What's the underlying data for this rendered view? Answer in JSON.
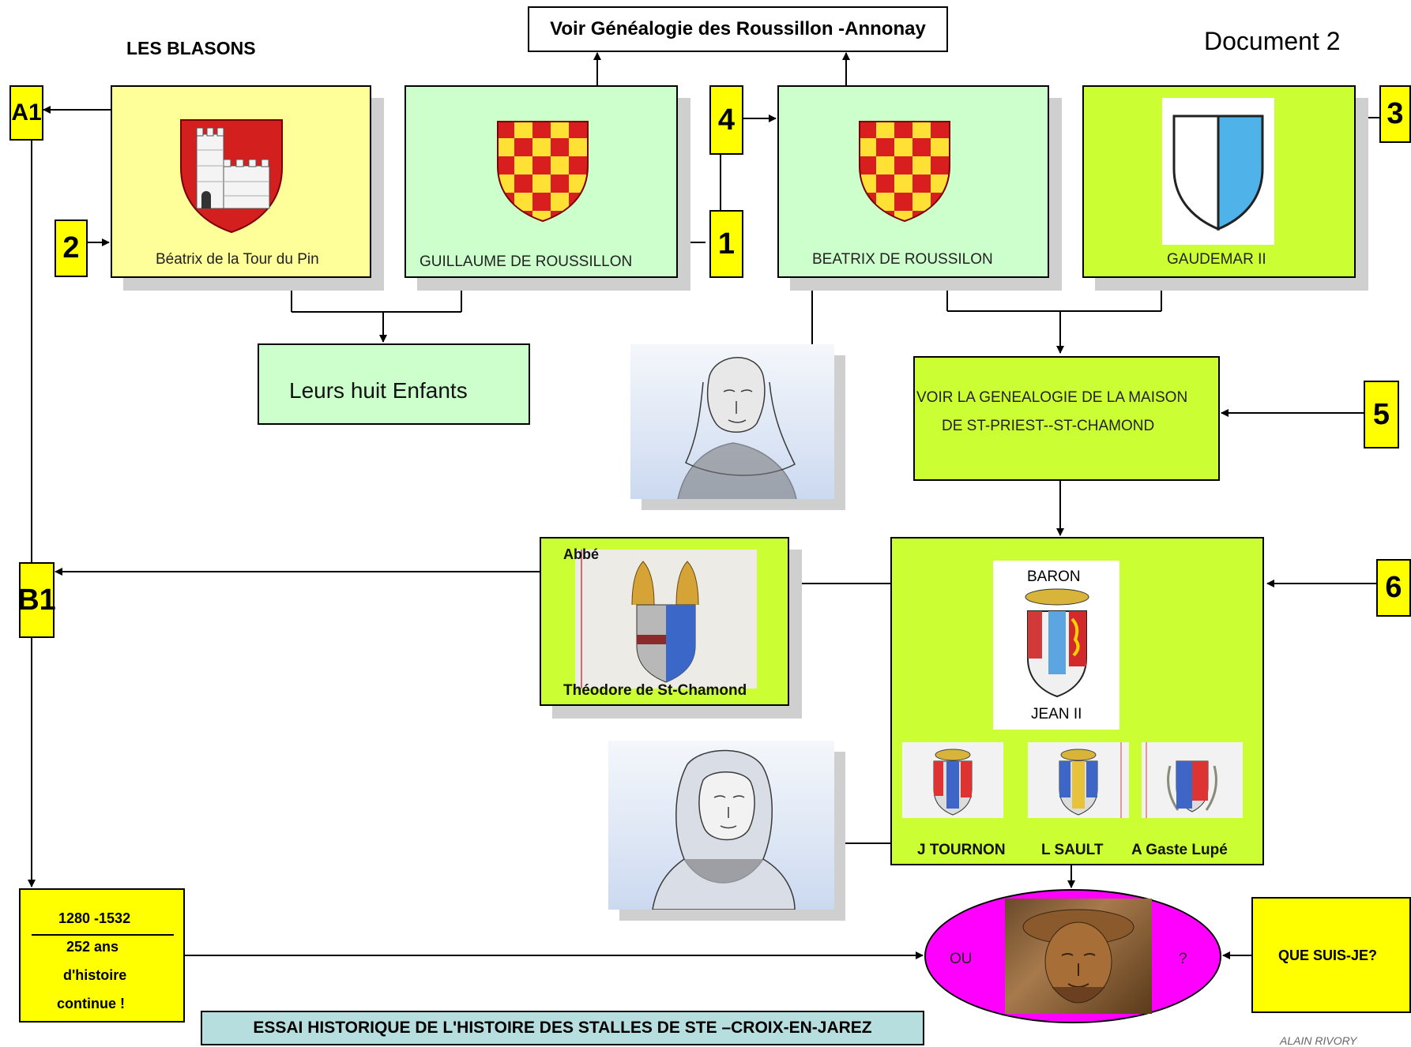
{
  "title_blasons": "LES BLASONS",
  "genealogy_link": "Voir Généalogie des Roussillon -Annonay",
  "document_label": "Document 2",
  "badges": {
    "a1": "A1",
    "b1": "B1",
    "n1": "1",
    "n2": "2",
    "n3": "3",
    "n4": "4",
    "n5": "5",
    "n6": "6"
  },
  "boxes": {
    "beatrix_tour": "Béatrix de la Tour du Pin",
    "guillaume": "GUILLAUME  DE ROUSSILLON",
    "beatrix_roussilon": "BEATRIX DE ROUSSILON",
    "gaudemar": "GAUDEMAR  II",
    "enfants": "Leurs huit  Enfants",
    "st_priest_line1": "VOIR LA GENEALOGIE DE  LA MAISON",
    "st_priest_line2": "DE  ST-PRIEST--ST-CHAMOND",
    "abbe": "Abbé",
    "theodore": "Théodore de St-Chamond",
    "baron": "BARON",
    "jean": "JEAN II",
    "tournon": "J TOURNON",
    "sault": "L SAULT",
    "gaste": "A Gaste Lupé",
    "ou": "OU",
    "question": "?",
    "que_suis": "QUE SUIS-JE?"
  },
  "timeline": {
    "line1": "1280 -1532",
    "line2": "252 ans",
    "line3": "d'histoire",
    "line4": "continue !"
  },
  "footer_title": "ESSAI HISTORIQUE DE L'HISTOIRE DES  STALLES DE STE –CROIX-EN-JAREZ",
  "signature": "ALAIN RIVORY",
  "colors": {
    "yellow_box": "#ffff99",
    "green_box": "#ccffcc",
    "lime_box": "#ccff33",
    "badge": "#ffff00",
    "oval": "#ff00ff",
    "footer": "#b7dede"
  },
  "icons": [
    "tower-shield-icon",
    "checkered-shield-icon",
    "party-shield-icon",
    "composite-shield-icon",
    "portrait-image"
  ]
}
